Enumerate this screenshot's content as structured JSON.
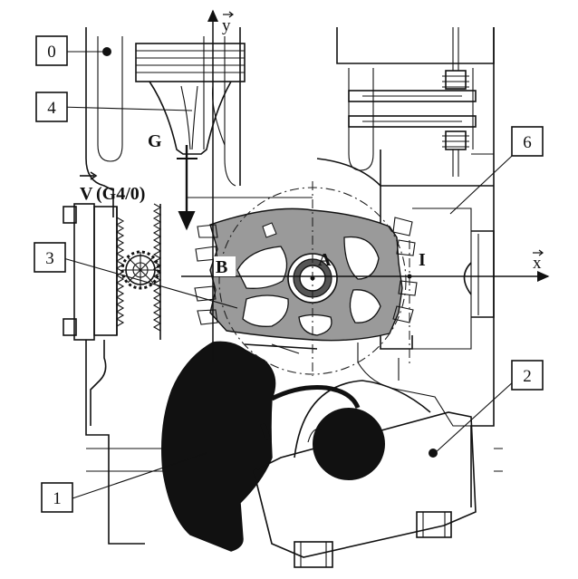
{
  "diagram": {
    "part_labels": {
      "frame": "0",
      "lever": "1",
      "crank": "2",
      "gear_rack": "3",
      "piston": "4",
      "housing": "6"
    },
    "points": {
      "G": "G",
      "A": "A",
      "B": "B",
      "I": "I"
    },
    "axes": {
      "x": "x",
      "y": "y"
    },
    "velocity_label": "(G4/0)",
    "velocity_symbol": "V"
  }
}
